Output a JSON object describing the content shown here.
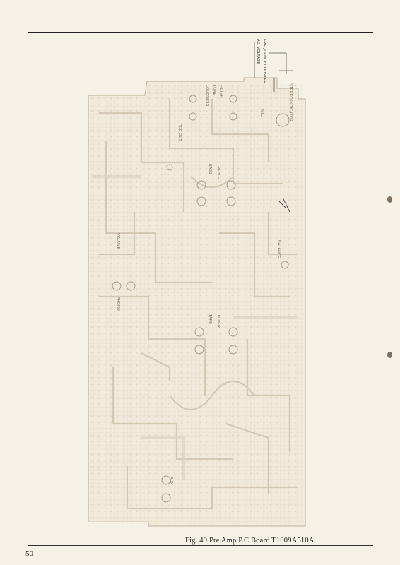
{
  "caption": "Fig. 49  Pre Amp P.C Board T1009A510A",
  "page_number": "50",
  "board_labels": {
    "top_right_1": "AC. VOLTAGE",
    "top_right_2": "FREQUENCY COUNTER",
    "stereo_indicator": "STEREO INDICATOR",
    "rec_out": "REC OUT",
    "mic": "MIC",
    "tone": "TONE",
    "loudness": "LOUDNESS",
    "filter": "FILTER",
    "bass": "BASS",
    "treble": "TREBLE",
    "volume": "VOLUME",
    "balance": "BALANCE",
    "phono": "PHONO",
    "tape": "TAPE",
    "tuner": "TUNER",
    "aux": "AUX"
  }
}
